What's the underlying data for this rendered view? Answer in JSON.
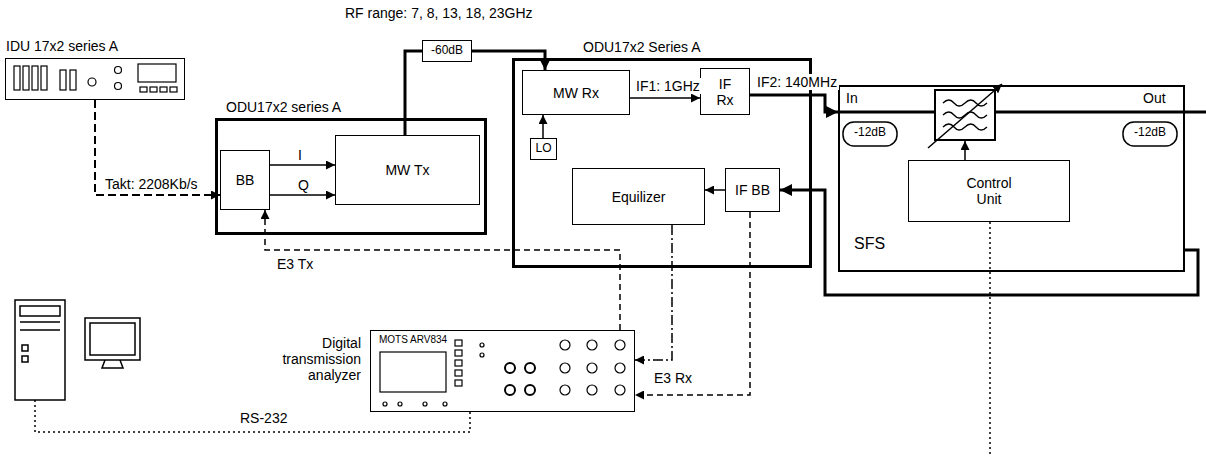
{
  "diagram": {
    "nodes": [
      {
        "text": [
          "ODU17x2 series A"
        ]
      },
      {
        "text": [
          "BB"
        ],
        "in": 0
      },
      {
        "text": [
          "MW Tx"
        ],
        "in": 0
      },
      {
        "text": [
          "-60dB"
        ]
      },
      {
        "text": [
          "ODU17x2 Series A"
        ]
      },
      {
        "text": [
          "MW Rx"
        ],
        "in": 4
      },
      {
        "text": [
          "IF Rx"
        ],
        "in": 4
      },
      {
        "text": [
          "LO"
        ],
        "in": 4
      },
      {
        "text": [
          "Equilizer"
        ],
        "in": 4
      },
      {
        "text": [
          "IF BB"
        ],
        "in": 4
      },
      {
        "text": [
          "SFS"
        ]
      },
      {
        "text": [
          "Control Unit"
        ],
        "in": 10
      },
      {
        "text": [
          "Digital transmission analyzer",
          "MOTS ARV834"
        ]
      },
      {
        "text": [
          "IDU 17x2 series A"
        ]
      }
    ],
    "edges": [
      {
        "from": 13,
        "to": 1,
        "label": "Takt: 2208Kb/s",
        "arrow": "to"
      },
      {
        "from": 1,
        "to": 2,
        "label": "I",
        "arrow": "to"
      },
      {
        "from": 1,
        "to": 2,
        "label": "Q",
        "arrow": "to"
      },
      {
        "from": 2,
        "to": 3,
        "arrow": "none"
      },
      {
        "from": 3,
        "to": 5,
        "arrow": "to"
      },
      {
        "from": 5,
        "to": 6,
        "label": "IF1: 1GHz",
        "arrow": "to"
      },
      {
        "from": 7,
        "to": 5,
        "arrow": "to"
      },
      {
        "from": 9,
        "to": 8,
        "arrow": "to"
      },
      {
        "from": 6,
        "to": 10,
        "label": "IF2: 140MHz",
        "arrow": "to"
      },
      {
        "from": 10,
        "to": 9,
        "arrow": "to"
      },
      {
        "from": 12,
        "to": 1,
        "label": "E3 Tx",
        "arrow": "to"
      },
      {
        "from": 9,
        "to": 12,
        "label": "E3 Rx",
        "arrow": "to"
      },
      {
        "from": 8,
        "to": 12,
        "arrow": "to"
      }
    ],
    "labels": [
      "RF range: 7, 8, 13, 18, 23GHz",
      "In",
      "Out",
      "-12dB",
      "-12dB",
      "RS-232"
    ]
  }
}
